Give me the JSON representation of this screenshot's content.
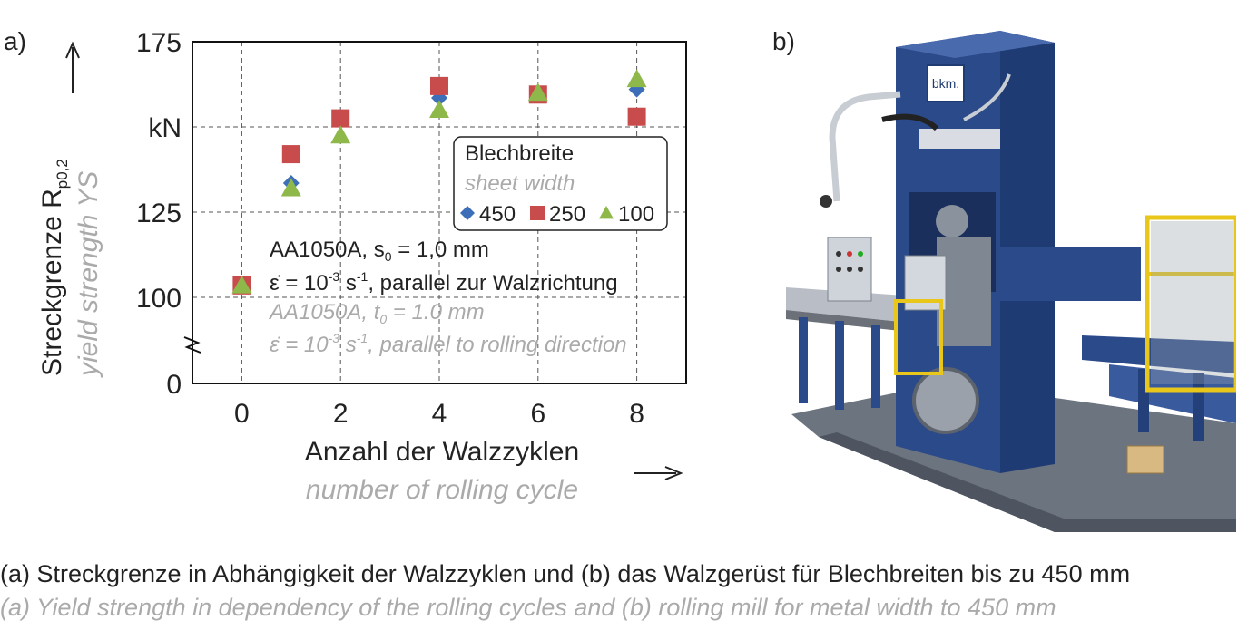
{
  "panels": {
    "a": "a)",
    "b": "b)"
  },
  "chart_data": {
    "type": "scatter",
    "x_ticks": [
      "0",
      "2",
      "4",
      "6",
      "8"
    ],
    "y_ticks": [
      "175",
      "kN",
      "125",
      "100",
      "0"
    ],
    "xlim": [
      -1,
      9
    ],
    "ylim": [
      0,
      175
    ],
    "y_axis_break": "between 0 and 100",
    "grid": true,
    "x_label_de": "Anzahl der Walzzyklen",
    "x_label_en": "number of rolling cycle",
    "y_label_de": "Streckgrenze R",
    "y_label_de_sub": "p0,2",
    "y_label_en": "yield strength YS",
    "legend": {
      "title_de": "Blechbreite",
      "title_en": "sheet width",
      "placement": "right-center"
    },
    "series": [
      {
        "name": "450",
        "marker": "diamond",
        "color": "#3d6fb8",
        "x": [
          1,
          2,
          4,
          6,
          8
        ],
        "y": [
          133.5,
          152.5,
          158.5,
          160,
          161
        ]
      },
      {
        "name": "250",
        "marker": "square",
        "color": "#c94c4c",
        "x": [
          0,
          1,
          2,
          4,
          6,
          8
        ],
        "y": [
          103.5,
          142,
          152.5,
          162,
          159.5,
          153
        ]
      },
      {
        "name": "100",
        "marker": "triangle",
        "color": "#8fb84a",
        "x": [
          0,
          1,
          2,
          4,
          6,
          8
        ],
        "y": [
          103.5,
          132,
          147.5,
          155,
          160,
          164
        ]
      }
    ],
    "annotation": {
      "de_line1_main": "AA1050A, s",
      "de_line1_sub": "0",
      "de_line1_rest": " = 1,0 mm",
      "de_line2_eps": "ε̇ = 10",
      "de_line2_sup": "-3",
      "de_line2_unit": " s",
      "de_line2_unit_sup": "-1",
      "de_line2_rest": ", parallel zur Walzrichtung",
      "en_line1_main": "AA1050A, t",
      "en_line1_sub": "0",
      "en_line1_rest": " = 1.0 mm",
      "en_line2_eps": "ε̇ = 10",
      "en_line2_sup": "-3",
      "en_line2_unit": " s",
      "en_line2_unit_sup": "-1",
      "en_line2_rest": ", parallel to rolling direction"
    }
  },
  "photo": {
    "brand_label": "bkm."
  },
  "caption": {
    "de": "(a) Streckgrenze in Abhängigkeit der Walzzyklen und (b) das Walzgerüst für Blechbreiten bis zu 450 mm",
    "en": "(a) Yield strength in dependency of the rolling cycles and (b) rolling mill for metal width to 450 mm"
  },
  "colors": {
    "blue": "#3d6fb8",
    "red": "#c94c4c",
    "green": "#8fb84a",
    "machine_blue": "#2b4a8a",
    "safety_yellow": "#e8c61a"
  }
}
